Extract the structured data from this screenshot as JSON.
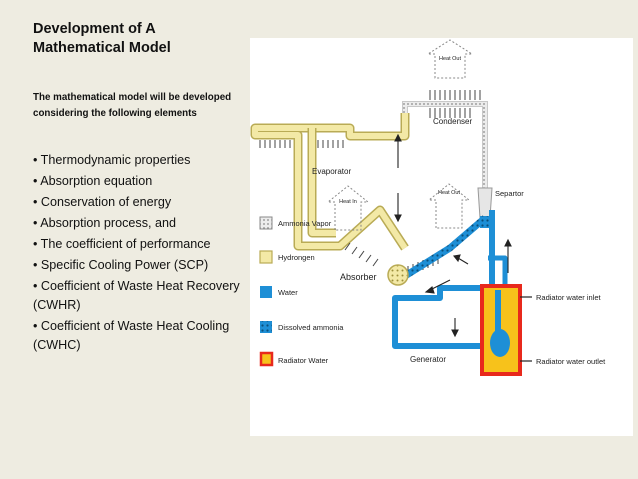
{
  "title": {
    "line1": "Development of A",
    "line2": "Mathematical Model"
  },
  "intro": "The mathematical model will be developed considering the following elements",
  "bullets": [
    "• Thermodynamic properties",
    "• Absorption equation",
    "• Conservation of energy",
    "• Absorption process, and",
    "• The coefficient of performance",
    "• Specific Cooling Power (SCP)",
    "• Coefficient of Waste Heat Recovery (CWHR)",
    "• Coefficient of Waste Heat Cooling (CWHC)"
  ],
  "diagram": {
    "components": {
      "condenser": "Condenser",
      "evaporator": "Evaporator",
      "separator": "Separtor",
      "absorber": "Absorber",
      "generator": "Generator"
    },
    "heat": {
      "out_top": "Heat Out",
      "in": "Heat In",
      "out_mid": "Heat Out"
    },
    "radiator": {
      "inlet": "Radiator water inlet",
      "outlet": "Radiator water outlet"
    },
    "legend": [
      {
        "label": "Ammonia Vapor",
        "swatch": "vapor"
      },
      {
        "label": "Hydrongen",
        "swatch": "hydrogen"
      },
      {
        "label": "Water",
        "swatch": "water"
      },
      {
        "label": "Dissolved ammonia",
        "swatch": "dissolved"
      },
      {
        "label": "Radiator Water",
        "swatch": "radiator"
      }
    ],
    "colors": {
      "hydrogen": "#f3e9a6",
      "hydrogen_stroke": "#b9ab55",
      "water": "#1e8fd6",
      "radiator_outer": "#e8291c",
      "radiator_fill": "#f7c21b",
      "vapor": "#d9d9d9"
    }
  }
}
